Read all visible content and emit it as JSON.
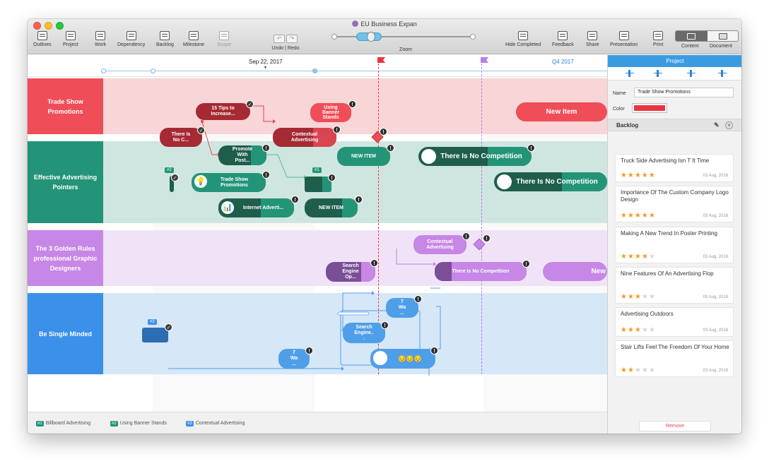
{
  "window": {
    "title": "EU Business Expan"
  },
  "toolbar": {
    "items": [
      "Outlines",
      "Project",
      "Work",
      "Dependency",
      "Backlog",
      "Milestone",
      "Scope"
    ],
    "undo_redo": "Undo | Redo",
    "zoom": "Zoom",
    "right_items": [
      "Hide Completed",
      "Feedback",
      "Share",
      "Presentation",
      "Print"
    ],
    "view_modes": [
      "Content",
      "Document"
    ]
  },
  "timeline": {
    "date": "Sep 22, 2017",
    "quarter": "Q4 2017"
  },
  "lanes": [
    {
      "title": "Trade Show Promotions",
      "color": "#ef4d57",
      "bg": "#f8d5d7"
    },
    {
      "title": "Effective Advertising Pointers",
      "color": "#239478",
      "bg": "#cfe6e0"
    },
    {
      "title": "The 3 Golden Rules professional Graphic Designers",
      "color": "#c787e6",
      "bg": "#f1e3f7"
    },
    {
      "title": "Be Single Minded",
      "color": "#3b90ea",
      "bg": "#d6e7f8"
    }
  ],
  "items": {
    "l1": [
      "15 Tips to\nIncrease...",
      "Using\nBanner\nStands",
      "There Is\nNo C...",
      "Contextual\nAdvertising",
      "New Item"
    ],
    "l2": [
      "Promote\nWith\nPost...",
      "NEW ITEM",
      "There Is No Competition",
      "Trade Show\nPromotions",
      "There Is No Competition",
      "Internet Adverti...",
      "NEW ITEM"
    ],
    "l3": [
      "Contextual\nAdvertising",
      "Search\nEngine\nOp...",
      "There Is No Competition",
      "New"
    ],
    "l4": [
      "7\nWa\n...",
      "Search\nEngine..\n.",
      "7\nWa\n...",
      "😔😔😔"
    ]
  },
  "tags": [
    "#1",
    "#2",
    "#3"
  ],
  "marks": {
    "warn": "!",
    "check": "✓"
  },
  "legend": [
    {
      "tag": "#1",
      "label": "Billboard Advertising",
      "color": "#239478"
    },
    {
      "tag": "#2",
      "label": "Using Banner Stands",
      "color": "#239478"
    },
    {
      "tag": "#3",
      "label": "Contextual Advertising",
      "color": "#3b90ea"
    }
  ],
  "panel": {
    "tab": "Project",
    "name_label": "Name",
    "name_value": "Trade Show Promotions",
    "color_label": "Color",
    "color_value": "#e8363f",
    "backlog_title": "Backlog",
    "pencil": "✎",
    "plus": "+",
    "remove": "Remove",
    "cards": [
      {
        "title": "Truck Side Advertising Isn T It Time",
        "rating": 5,
        "date": "03 Aug, 2018"
      },
      {
        "title": "Importance Of The Custom Company Logo Design",
        "rating": 5,
        "date": "03 Aug, 2018"
      },
      {
        "title": "Making A New Trend In Poster Printing",
        "rating": 4,
        "date": "03 Aug, 2018"
      },
      {
        "title": "Nine Features Of An Advertising Flop",
        "rating": 3,
        "date": "03 Aug, 2018"
      },
      {
        "title": "Advertising Outdoors",
        "rating": 3,
        "date": "03 Aug, 2018"
      },
      {
        "title": "Stair Lifts Feel The Freedom Of Your Home",
        "rating": 2,
        "date": "03 Aug, 2018"
      }
    ]
  }
}
